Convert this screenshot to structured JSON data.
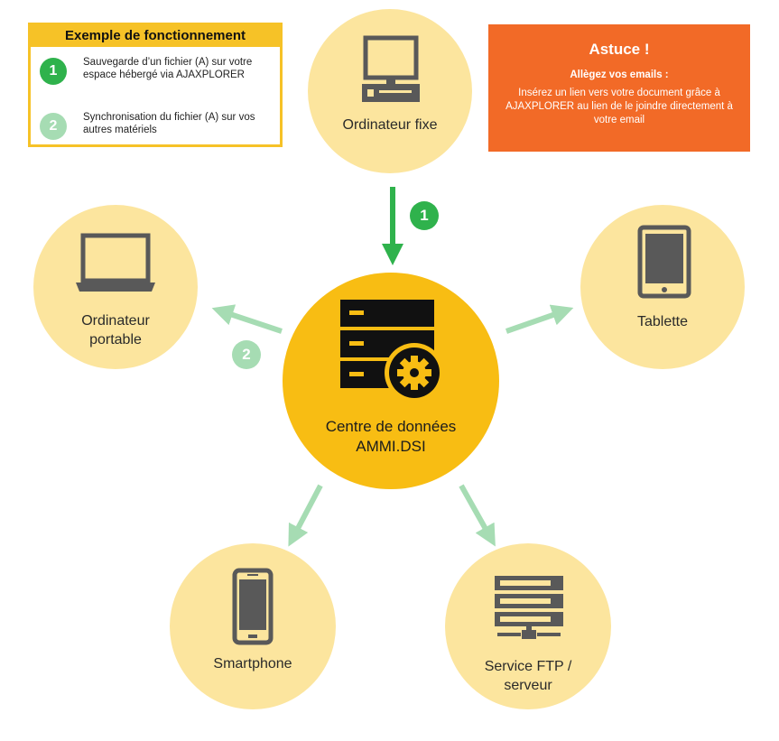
{
  "legend": {
    "title": "Exemple de fonctionnement",
    "items": [
      {
        "number": "1",
        "text": "Sauvegarde d’un fichier (A) sur votre espace hébergé via AJAXPLORER",
        "color": "#2fb24c"
      },
      {
        "number": "2",
        "text": "Synchronisation du fichier (A) sur vos autres matériels",
        "color": "#a6dcb3"
      }
    ]
  },
  "tip": {
    "title": "Astuce !",
    "subtitle": "Allègez vos emails :",
    "body": "Insérez un lien vers votre document grâce à AJAXPLORER au lien de le joindre directement à votre email",
    "color": "#f26a27"
  },
  "nodes": {
    "desktop": {
      "label": "Ordinateur fixe",
      "icon": "desktop-computer-icon"
    },
    "laptop": {
      "label": "Ordinateur portable",
      "icon": "laptop-icon"
    },
    "tablet": {
      "label": "Tablette",
      "icon": "tablet-icon"
    },
    "center": {
      "label": "Centre de données AMMI.DSI",
      "icon": "server-gear-icon"
    },
    "smartphone": {
      "label": "Smartphone",
      "icon": "smartphone-icon"
    },
    "ftp": {
      "label": "Service FTP / serveur",
      "icon": "ftp-server-icon"
    }
  },
  "steps": {
    "upload": "1",
    "sync": "2"
  },
  "colors": {
    "circle_light": "#fce59e",
    "circle_center": "#f8bd13",
    "icon_grey": "#595959",
    "arrow_dark": "#2fb24c",
    "arrow_light": "#a6dcb3",
    "legend_border": "#f6c227"
  }
}
